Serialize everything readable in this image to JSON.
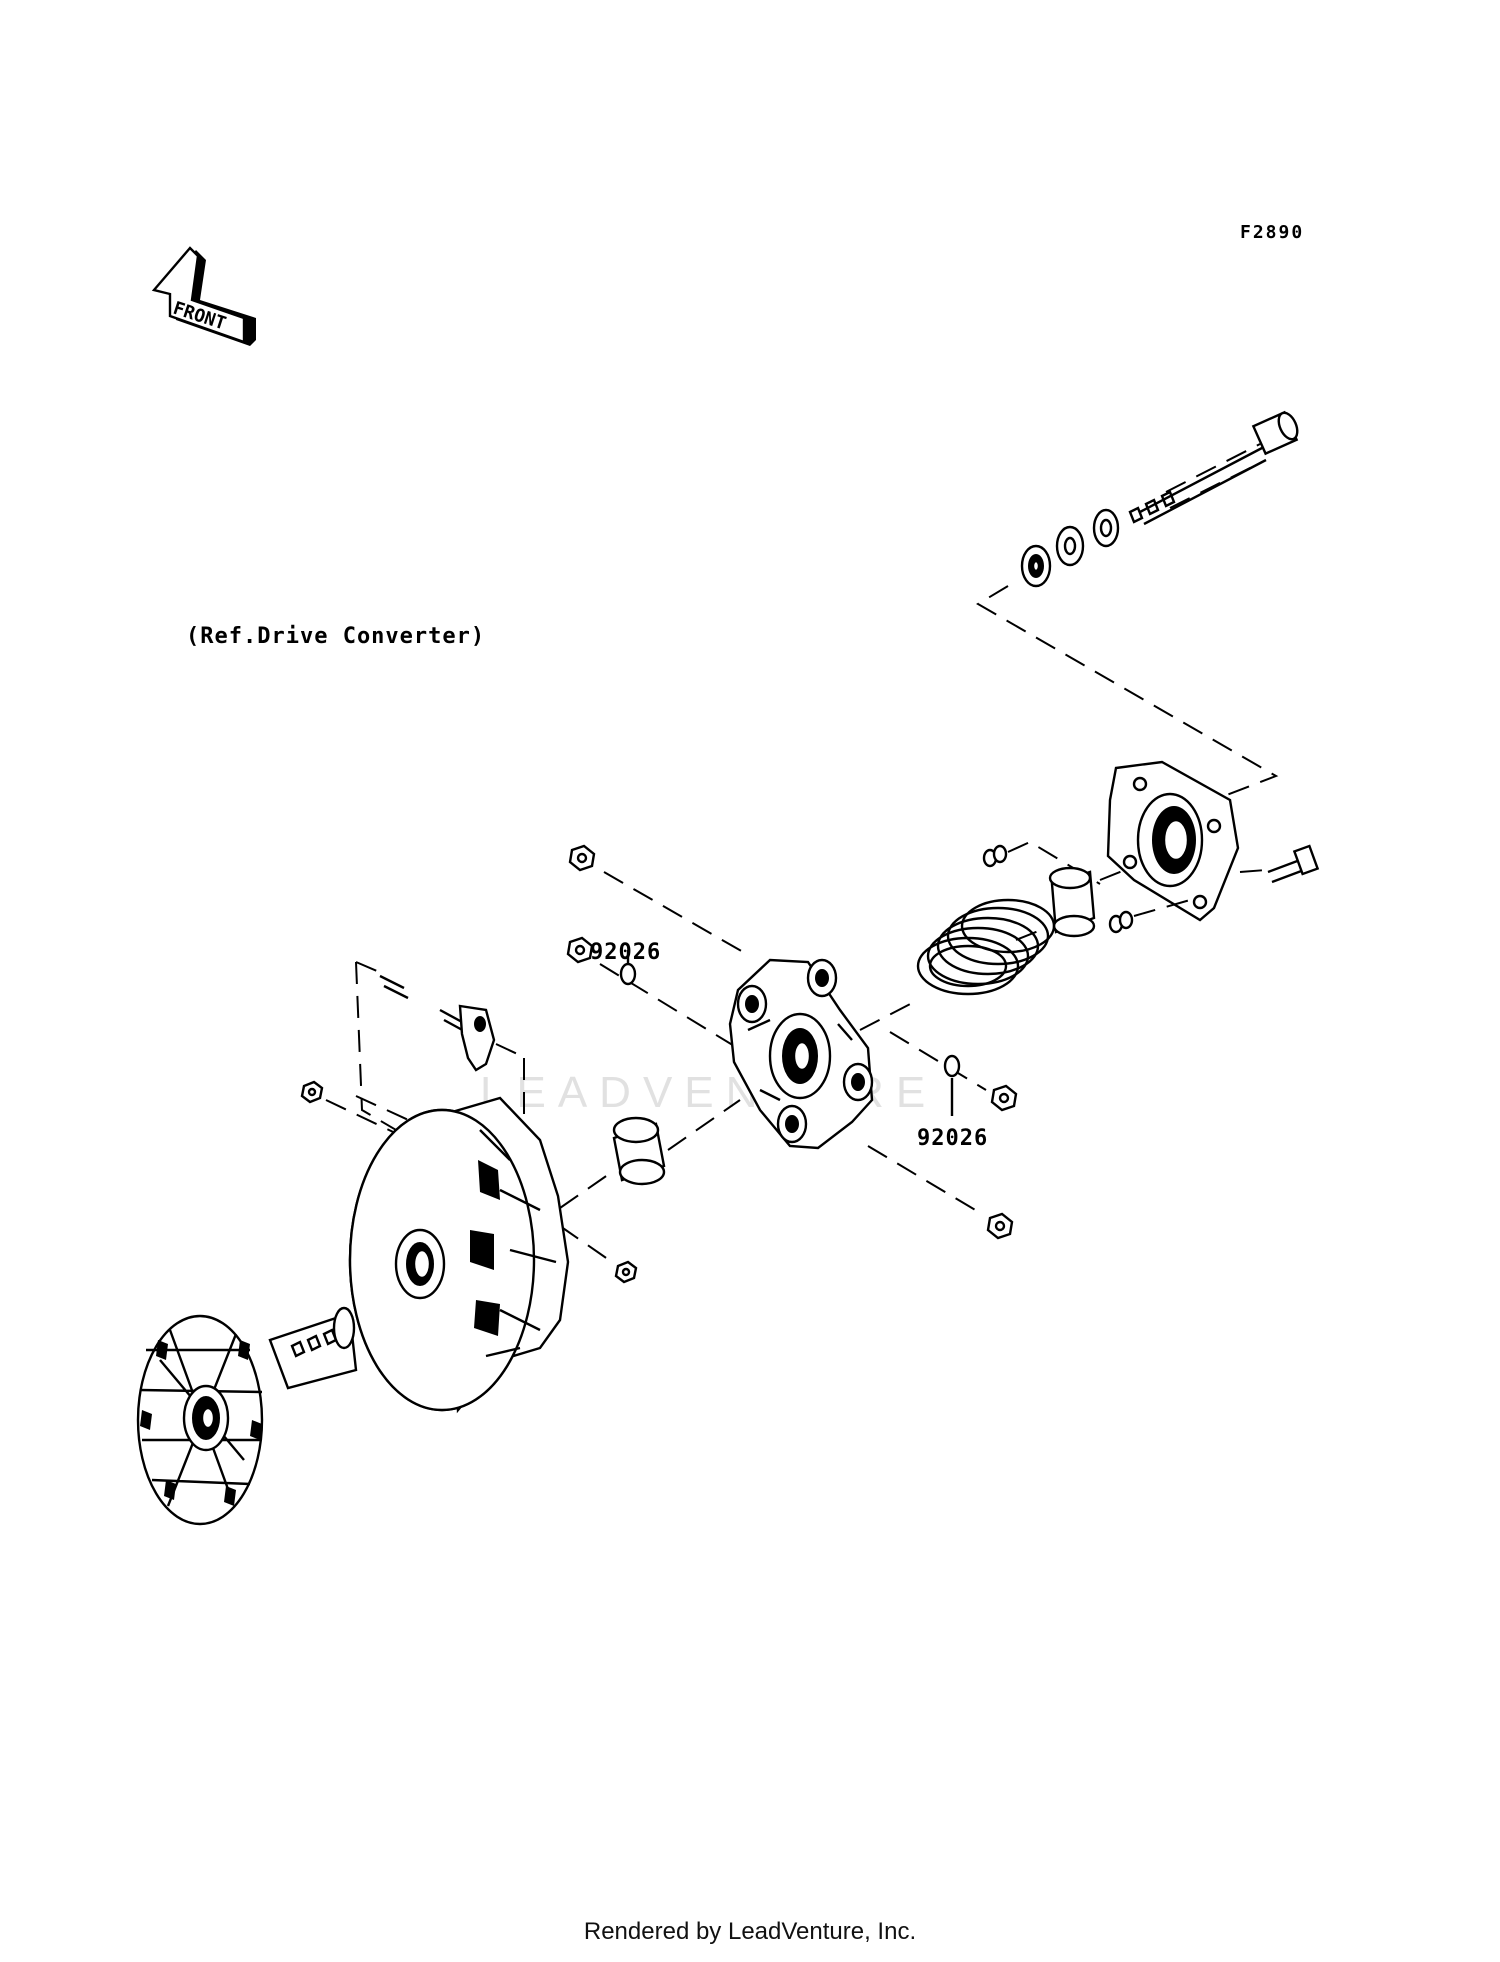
{
  "diagram": {
    "code": "F2890",
    "front_label": "FRONT",
    "reference_note": "(Ref.Drive Converter)",
    "callouts": [
      "92026",
      "92026"
    ],
    "watermark": "LEADVENTURE",
    "footer": "Rendered by LeadVenture, Inc."
  },
  "icons": {
    "front_arrow": "front-arrow-icon"
  }
}
